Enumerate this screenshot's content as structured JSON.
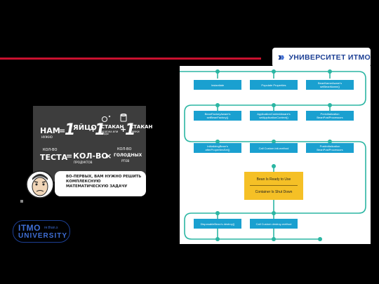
{
  "header": {
    "university_logo_text": "УНИВЕРСИТЕТ ИТМО"
  },
  "chalkboard": {
    "line1_left": "НАМ",
    "line1_left_sub": "НУЖНО",
    "equals": "=",
    "one_a": "1",
    "egg": "ЯЙЦО",
    "plus_a": "+",
    "one_b": "1",
    "glass1": "СТАКАН",
    "glass1_sub": "МОЛОКА ИЛИ ВОДЫ",
    "plus_b": "+",
    "one_c": "1",
    "glass2": "СТАКАН",
    "glass2_sub": "МУКИ",
    "qty": "КОЛ-ВО",
    "tests": "ТЕСТА",
    "equals2": "=",
    "qty2": "КОЛ-ВО",
    "products": "ПРОДУКТОВ",
    "times": "×",
    "qty3": "КОЛ-ВО",
    "hungry": "ГОЛОДНЫХ",
    "mouths": "РТОВ"
  },
  "speech_bubble": {
    "text": "ВО-ПЕРВЫХ, ВАМ НУЖНО РЕШИТЬ КОМПЛЕКСНУЮ МАТЕМАТИЧЕСКУЮ ЗАДАЧУ"
  },
  "footer_logo": {
    "line1": "ITMO",
    "line1_small": "re:than.s",
    "line2": "UNIVERSITY"
  },
  "flowchart": {
    "row1": [
      "Instantiate",
      "Populate Properties",
      "BeanNameAware's setBeanName()"
    ],
    "row2": [
      "BeanFactoryAware's setBeanFactory()",
      "ApplicationContextAware's setApplicationContext()",
      "Preinitialization BeanPostProcessors"
    ],
    "row3": [
      "InitializingBean's afterPropertiesSet()",
      "Call Custom init-method",
      "Postinitialization BeanPostProcessors"
    ],
    "ready_line1": "Bean Is Ready to Use",
    "ready_line2": "Container Is Shut Down",
    "row4": [
      "DisposableBean's destroy()",
      "Call Custom destroy-method"
    ]
  },
  "colors": {
    "accent_red": "#c8102e",
    "itmo_blue": "#1c3f94",
    "node_blue": "#1aa0d0",
    "connector_teal": "#2bb6a3",
    "ready_yellow": "#f5c026"
  }
}
